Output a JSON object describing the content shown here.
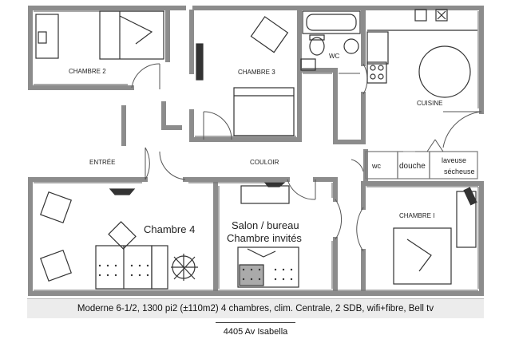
{
  "rooms": {
    "chambre2": "CHAMBRE 2",
    "chambre3": "CHAMBRE 3",
    "wc_top": "WC",
    "cuisine": "CUISINE",
    "entree": "ENTRÉE",
    "couloir": "COULOIR",
    "wc_small": "wc",
    "douche": "douche",
    "laveuse": "laveuse",
    "secheuse": "sécheuse",
    "chambre1": "CHAMBRE I",
    "chambre4": "Chambre 4",
    "salon_line1": "Salon / bureau",
    "salon_line2": "Chambre invités"
  },
  "description": "Moderne 6-1/2, 1300 pi2 (±110m2) 4 chambres, clim. Centrale, 2 SDB, wifi+fibre, Bell tv",
  "address": "4405 Av Isabella",
  "colors": {
    "wall": "#8c8c8c",
    "wall_dark": "#555555",
    "banner": "#ececec",
    "furniture": "#333333"
  }
}
